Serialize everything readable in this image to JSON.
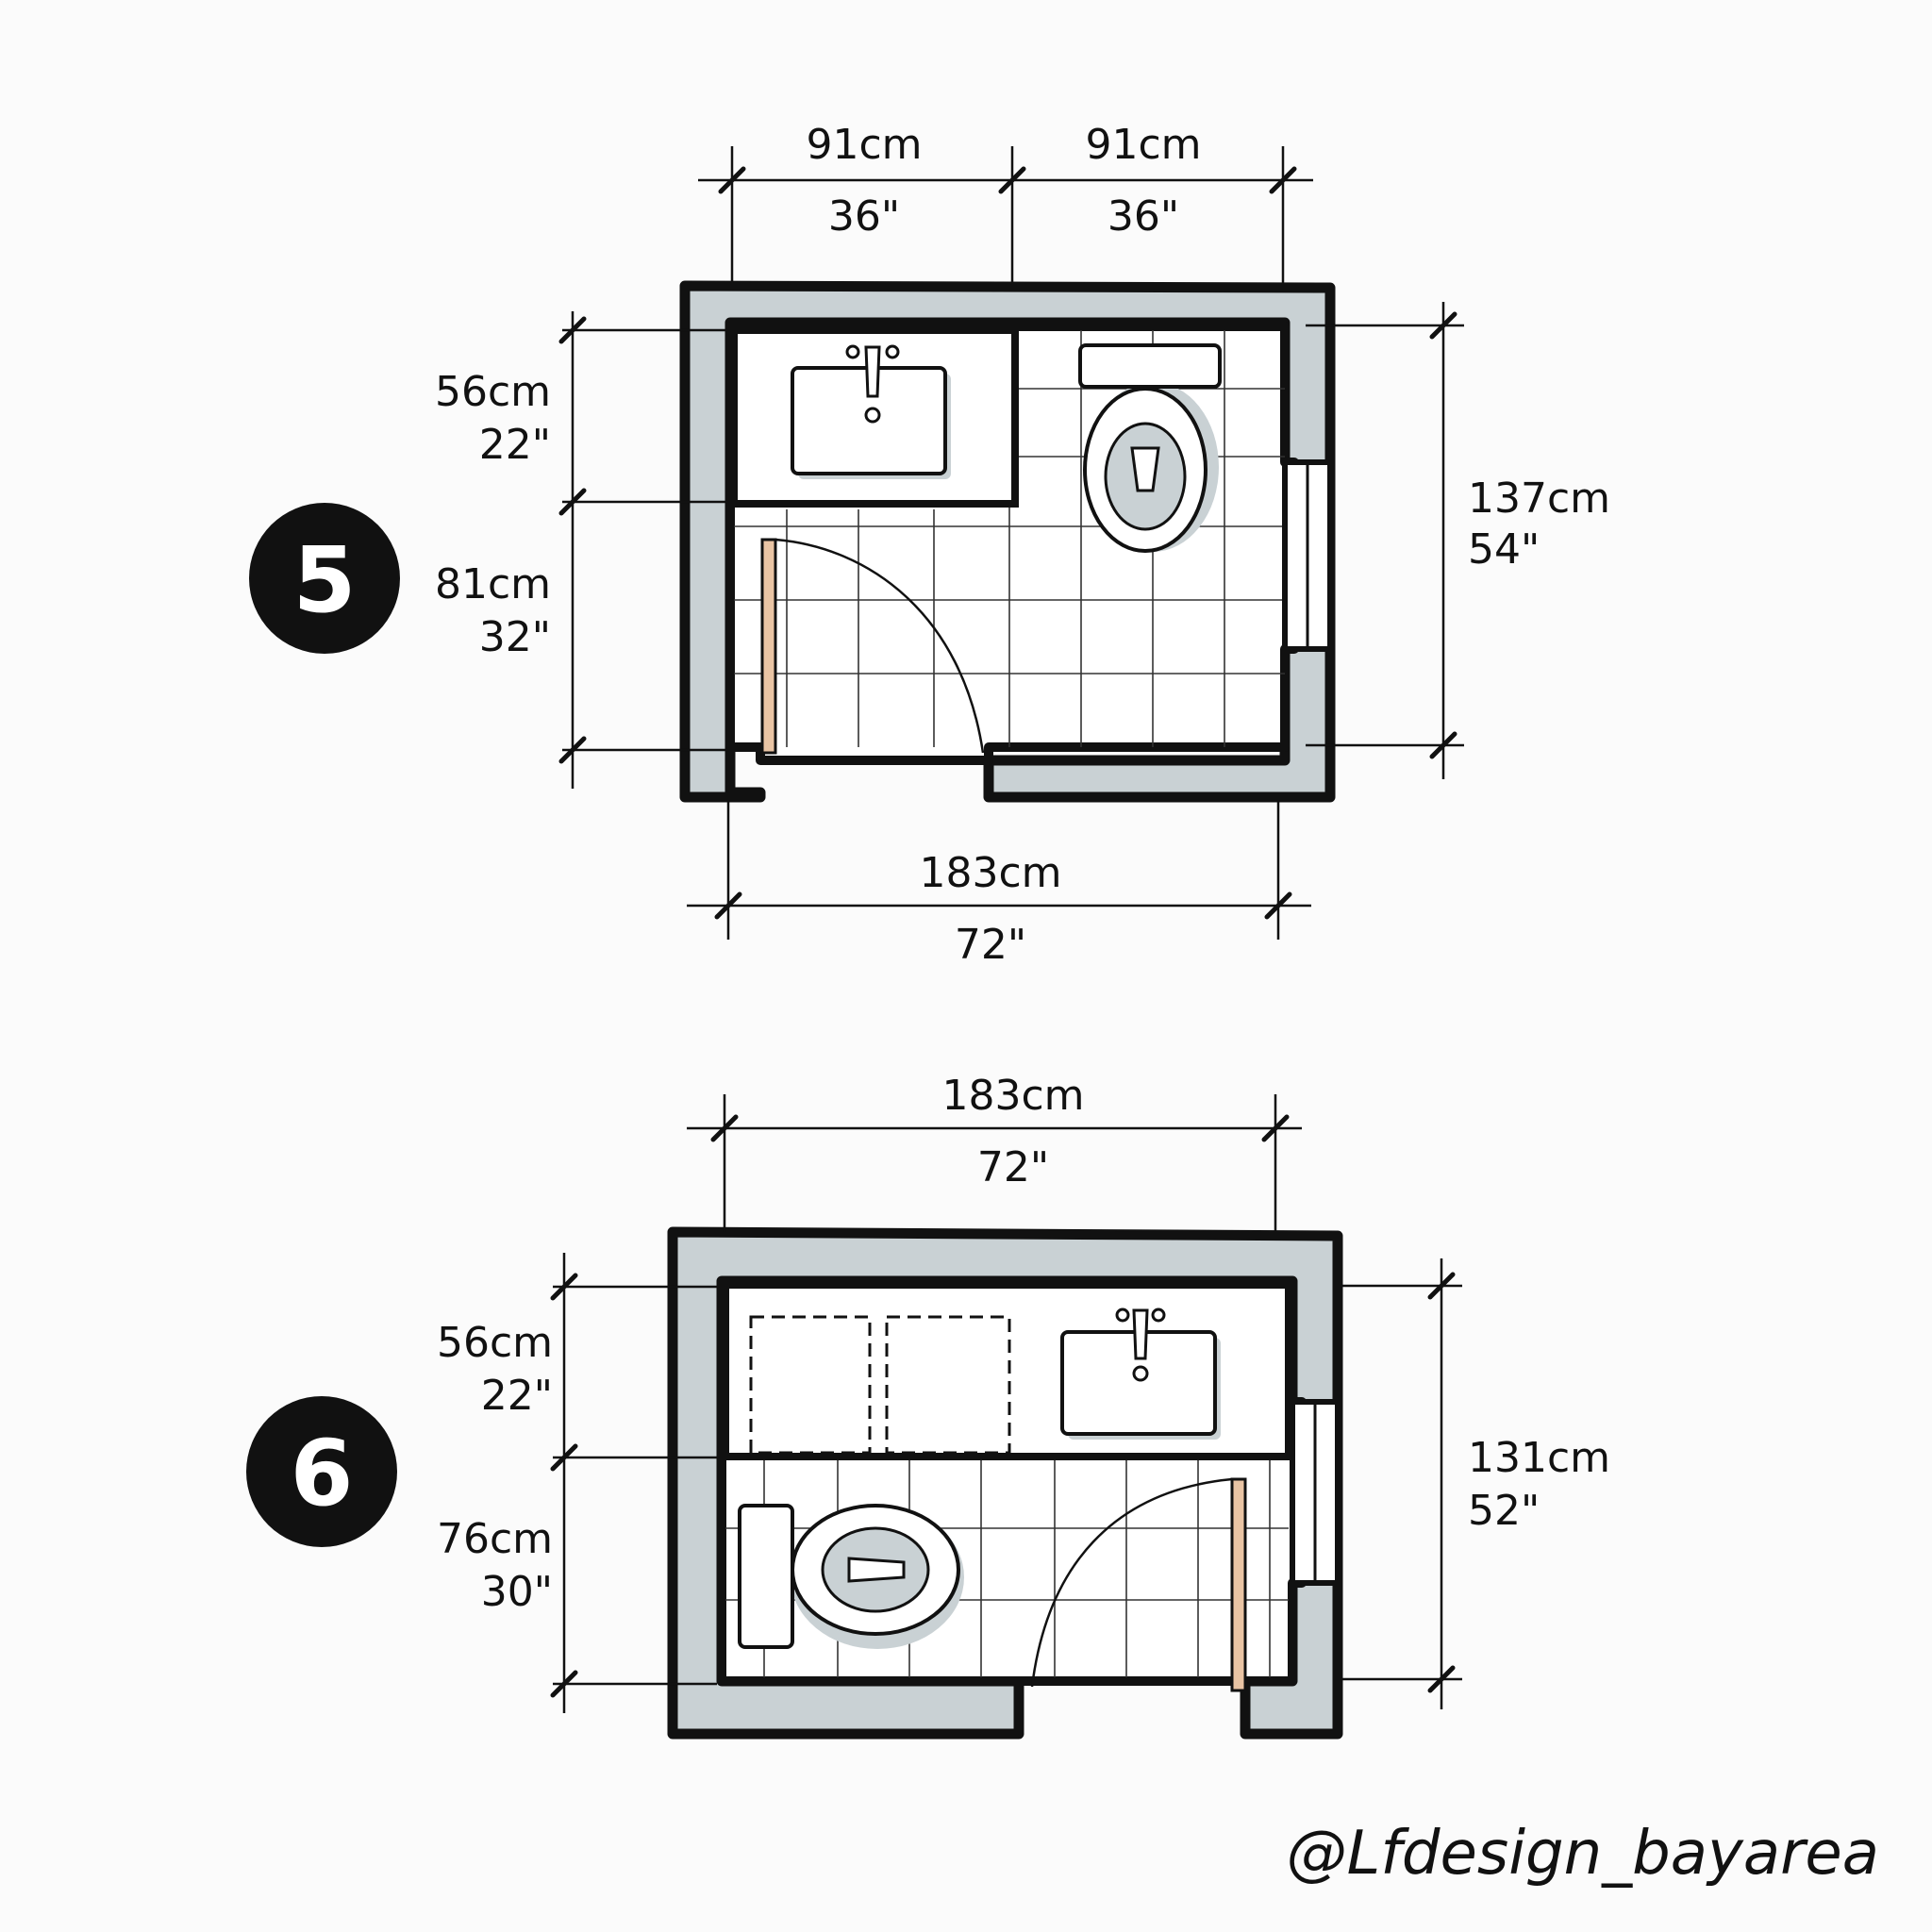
{
  "plans": [
    {
      "number": "5",
      "top_dims": [
        {
          "cm": "91cm",
          "in": "36\""
        },
        {
          "cm": "91cm",
          "in": "36\""
        }
      ],
      "left_dims": [
        {
          "cm": "56cm",
          "in": "22\""
        },
        {
          "cm": "81cm",
          "in": "32\""
        }
      ],
      "right_dim": {
        "cm": "137cm",
        "in": "54\""
      },
      "bottom_dim": {
        "cm": "183cm",
        "in": "72\""
      }
    },
    {
      "number": "6",
      "top_dim": {
        "cm": "183cm",
        "in": "72\""
      },
      "left_dims": [
        {
          "cm": "56cm",
          "in": "22\""
        },
        {
          "cm": "76cm",
          "in": "30\""
        }
      ],
      "right_dim": {
        "cm": "131cm",
        "in": "52\""
      }
    }
  ],
  "signature": "@Lfdesign_bayarea",
  "icons": [
    "sink-icon",
    "toilet-icon",
    "door-icon",
    "window-icon",
    "cabinet-icon"
  ],
  "colors": {
    "wall": "#c9d1d4",
    "door": "#e9c4a4",
    "ink": "#111111"
  }
}
